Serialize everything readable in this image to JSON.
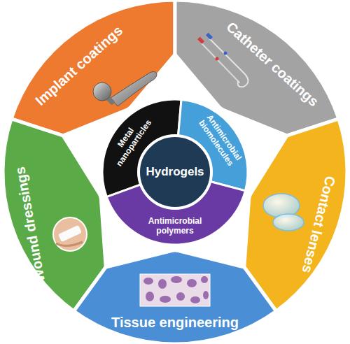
{
  "diagram": {
    "nodes": [
      {
        "text": [
          "Implant coatings"
        ]
      },
      {
        "text": [
          "Catheter coatings"
        ]
      },
      {
        "text": [
          "Metal nanoparticles"
        ]
      },
      {
        "text": [
          "Antimicrobial biomolecules"
        ]
      },
      {
        "text": [
          "Hydrogels"
        ]
      },
      {
        "text": [
          "Wound dressings"
        ]
      },
      {
        "text": [
          "Contact lenses"
        ]
      },
      {
        "text": [
          "Antimicrobial polymers"
        ]
      },
      {
        "text": [
          "Tissue engineering"
        ]
      }
    ]
  }
}
